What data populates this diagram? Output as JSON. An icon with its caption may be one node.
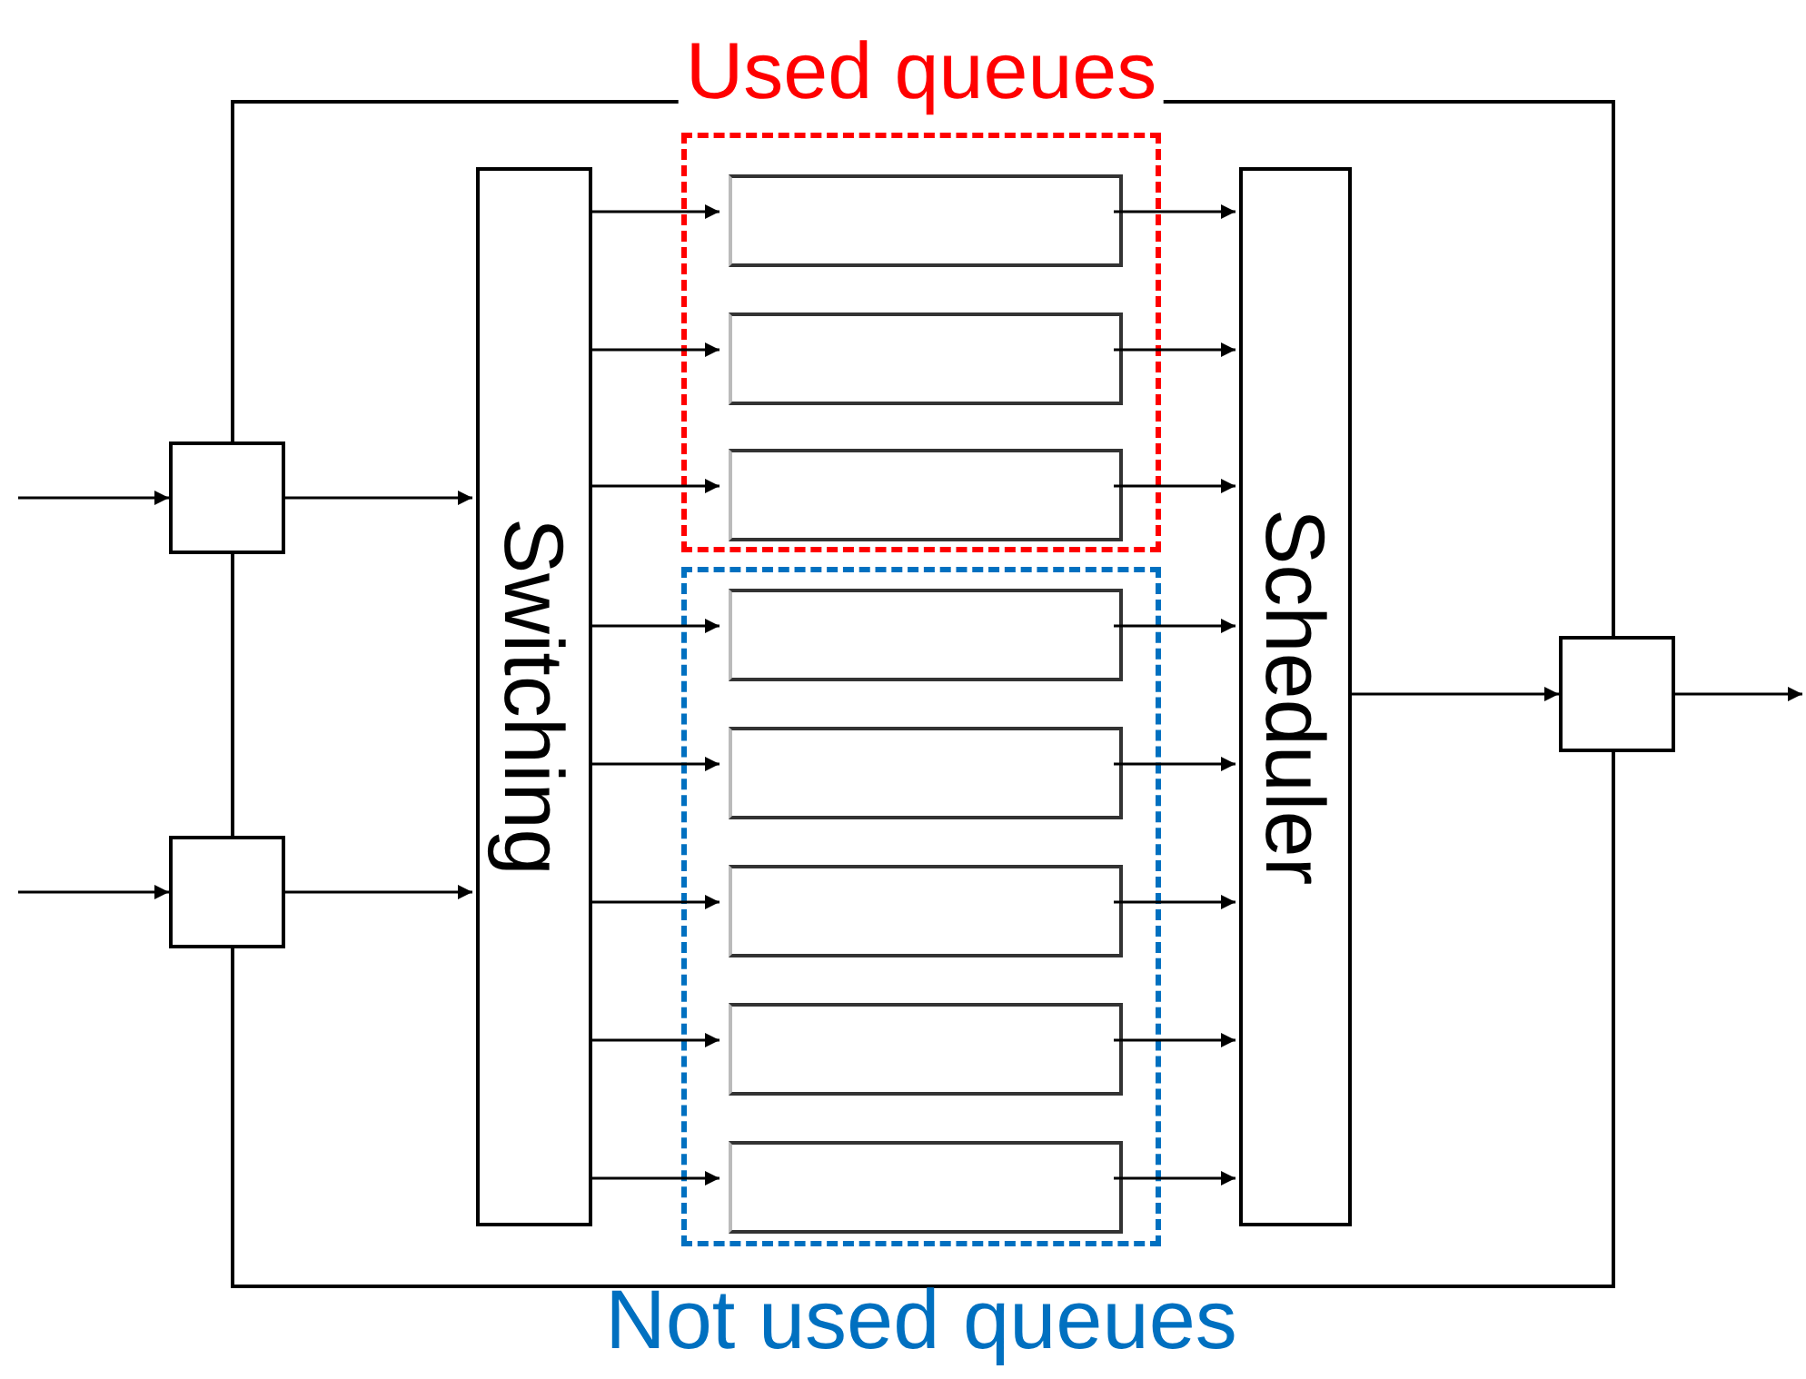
{
  "diagram": {
    "nodes": [
      {
        "text": [],
        "shape": "box"
      },
      {
        "text": [
          "Used queues"
        ],
        "in": 0
      },
      {
        "text": [
          "Not used queues"
        ],
        "in": 0
      },
      {
        "text": [],
        "shape": "box"
      },
      {
        "text": [],
        "shape": "box"
      },
      {
        "text": [
          "Switching"
        ],
        "in": 0
      },
      {
        "text": [],
        "shape": "box",
        "in": 1
      },
      {
        "text": [],
        "shape": "box",
        "in": 1
      },
      {
        "text": [],
        "shape": "box",
        "in": 1
      },
      {
        "text": [],
        "shape": "box",
        "in": 2
      },
      {
        "text": [],
        "shape": "box",
        "in": 2
      },
      {
        "text": [],
        "shape": "box",
        "in": 2
      },
      {
        "text": [],
        "shape": "box",
        "in": 2
      },
      {
        "text": [],
        "shape": "box",
        "in": 2
      },
      {
        "text": [
          "Scheduler"
        ],
        "in": 0
      },
      {
        "text": [],
        "shape": "box"
      }
    ],
    "edges": [
      {
        "from": null,
        "to": 3,
        "arrow": "to"
      },
      {
        "from": null,
        "to": 4,
        "arrow": "to"
      },
      {
        "from": 3,
        "to": 5,
        "arrow": "to"
      },
      {
        "from": 4,
        "to": 5,
        "arrow": "to"
      },
      {
        "from": 5,
        "to": 6,
        "arrow": "to"
      },
      {
        "from": 5,
        "to": 7,
        "arrow": "to"
      },
      {
        "from": 5,
        "to": 8,
        "arrow": "to"
      },
      {
        "from": 5,
        "to": 9,
        "arrow": "to"
      },
      {
        "from": 5,
        "to": 10,
        "arrow": "to"
      },
      {
        "from": 5,
        "to": 11,
        "arrow": "to"
      },
      {
        "from": 5,
        "to": 12,
        "arrow": "to"
      },
      {
        "from": 5,
        "to": 13,
        "arrow": "to"
      },
      {
        "from": 6,
        "to": 14,
        "arrow": "to"
      },
      {
        "from": 7,
        "to": 14,
        "arrow": "to"
      },
      {
        "from": 8,
        "to": 14,
        "arrow": "to"
      },
      {
        "from": 9,
        "to": 14,
        "arrow": "to"
      },
      {
        "from": 10,
        "to": 14,
        "arrow": "to"
      },
      {
        "from": 11,
        "to": 14,
        "arrow": "to"
      },
      {
        "from": 12,
        "to": 14,
        "arrow": "to"
      },
      {
        "from": 13,
        "to": 14,
        "arrow": "to"
      },
      {
        "from": 14,
        "to": 15,
        "arrow": "to"
      },
      {
        "from": 15,
        "to": null,
        "arrow": "to"
      }
    ]
  }
}
